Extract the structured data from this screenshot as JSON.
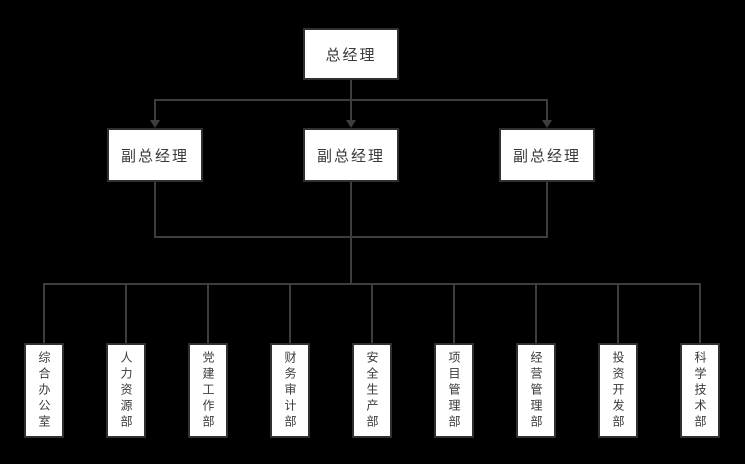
{
  "colors": {
    "background": "#000000",
    "node_fill": "#ffffff",
    "node_border": "#2d3133",
    "connector": "#3a3e40",
    "text": "#3a3a3a"
  },
  "diagram": {
    "type": "org-chart",
    "root": {
      "label": "总经理"
    },
    "managers": [
      {
        "label": "副总经理"
      },
      {
        "label": "副总经理"
      },
      {
        "label": "副总经理"
      }
    ],
    "departments": [
      {
        "label": "综合办公室"
      },
      {
        "label": "人力资源部"
      },
      {
        "label": "党建工作部"
      },
      {
        "label": "财务审计部"
      },
      {
        "label": "安全生产部"
      },
      {
        "label": "项目管理部"
      },
      {
        "label": "经营管理部"
      },
      {
        "label": "投资开发部"
      },
      {
        "label": "科学技术部"
      }
    ]
  }
}
